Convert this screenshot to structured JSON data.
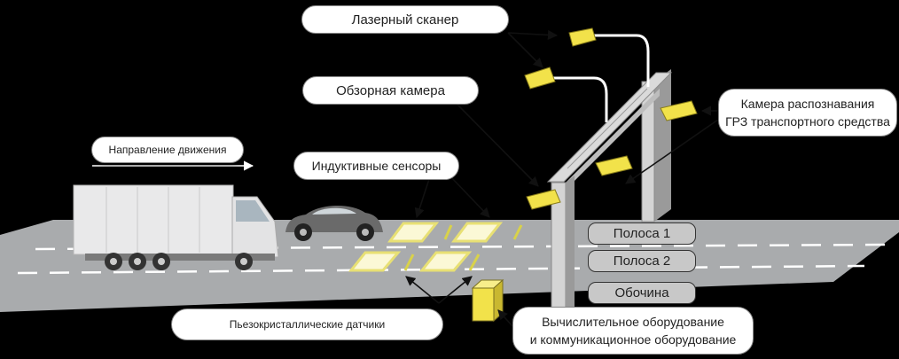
{
  "labels": {
    "laser_scanner": "Лазерный сканер",
    "overview_camera": "Обзорная камера",
    "plate_camera_line1": "Камера распознавания",
    "plate_camera_line2": "ГРЗ транспортного средства",
    "direction": "Направление движения",
    "inductive_sensors": "Индуктивные сенсоры",
    "piezo_sensors": "Пьезокристаллические датчики",
    "computing_line1": "Вычислительное оборудование",
    "computing_line2": "и коммуникационное оборудование"
  },
  "lanes": {
    "lane1": "Полоса 1",
    "lane2": "Полоса 2",
    "shoulder": "Обочина"
  },
  "colors": {
    "background": "#000000",
    "road": "#a9abad",
    "gantry": "#d4d4d4",
    "camera": "#f2e24a",
    "sensor": "#fbf8d6",
    "sensor_glow": "#e8e074",
    "truck_body": "#e9e9ea",
    "car_body": "#6a6a6a"
  }
}
